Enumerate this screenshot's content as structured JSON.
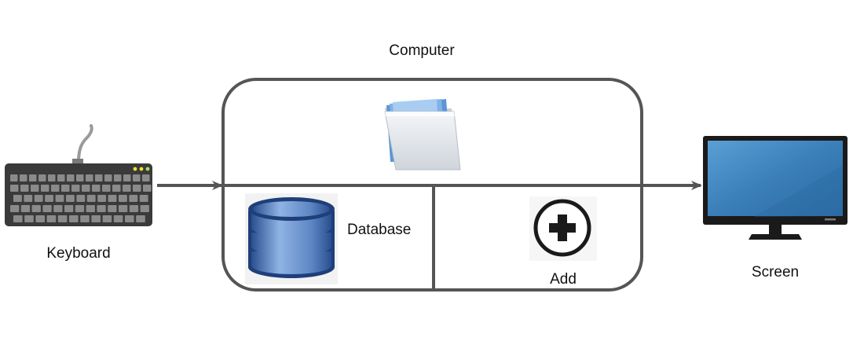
{
  "diagram": {
    "container_label": "Computer",
    "nodes": {
      "keyboard": {
        "label": "Keyboard",
        "icon": "keyboard-icon"
      },
      "screen": {
        "label": "Screen",
        "icon": "monitor-icon"
      },
      "folder": {
        "label": "",
        "icon": "folder-icon"
      },
      "database": {
        "label": "Database",
        "icon": "database-icon"
      },
      "add": {
        "label": "Add",
        "icon": "plus-circle-icon"
      }
    },
    "edges": [
      {
        "from": "keyboard",
        "to": "computer"
      },
      {
        "from": "computer",
        "to": "screen"
      }
    ],
    "colors": {
      "outline": "#555555",
      "keyboard_body": "#3a3a3a",
      "keyboard_keys": "#8a8a8a",
      "keyboard_led": "#f0e030",
      "monitor_frame": "#1a1a1a",
      "monitor_screen": "#3a7fb8",
      "folder_blue": "#5b95d6",
      "folder_back": "#e2e6ea",
      "database_dark": "#1f3f7a",
      "database_light": "#7ea6dc",
      "add_icon": "#1a1a1a"
    }
  }
}
